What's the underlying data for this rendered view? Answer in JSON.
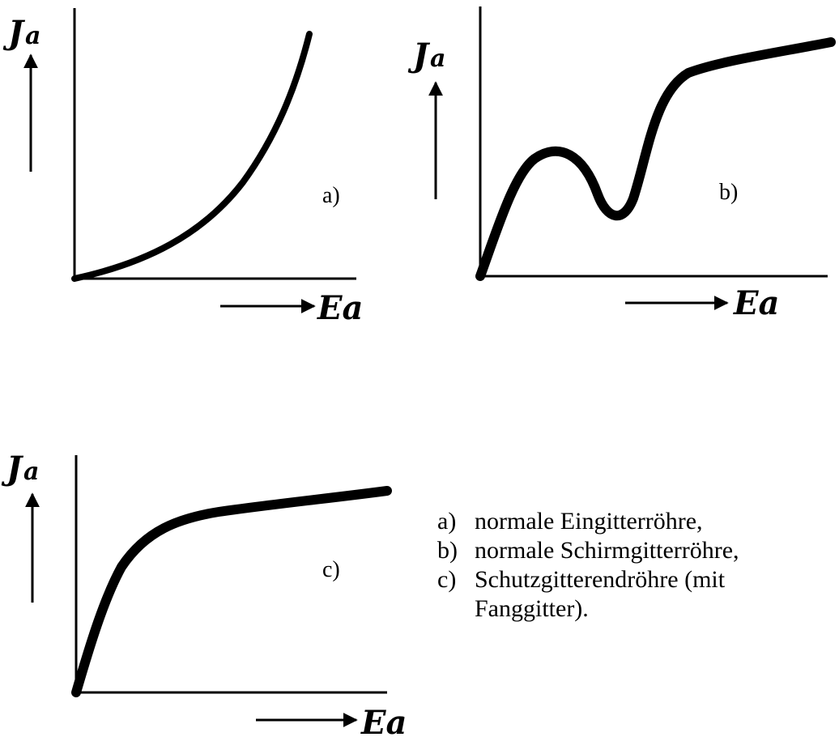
{
  "panels": [
    {
      "id": "a",
      "ylabel_main": "J",
      "ylabel_sub": "a",
      "xlabel": "Ea",
      "label": "a)"
    },
    {
      "id": "b",
      "ylabel_main": "J",
      "ylabel_sub": "a",
      "xlabel": "Ea",
      "label": "b)"
    },
    {
      "id": "c",
      "ylabel_main": "J",
      "ylabel_sub": "a",
      "xlabel": "Ea",
      "label": "c)"
    }
  ],
  "legend": [
    {
      "key": "a)",
      "text": "normale Eingitterröhre,"
    },
    {
      "key": "b)",
      "text": "normale Schirmgitterröhre,"
    },
    {
      "key": "c)",
      "text": "Schutzgitterendröhre (mit",
      "continuation": "Fanggitter)."
    }
  ],
  "colors": {
    "ink": "#000000",
    "background": "#ffffff"
  }
}
